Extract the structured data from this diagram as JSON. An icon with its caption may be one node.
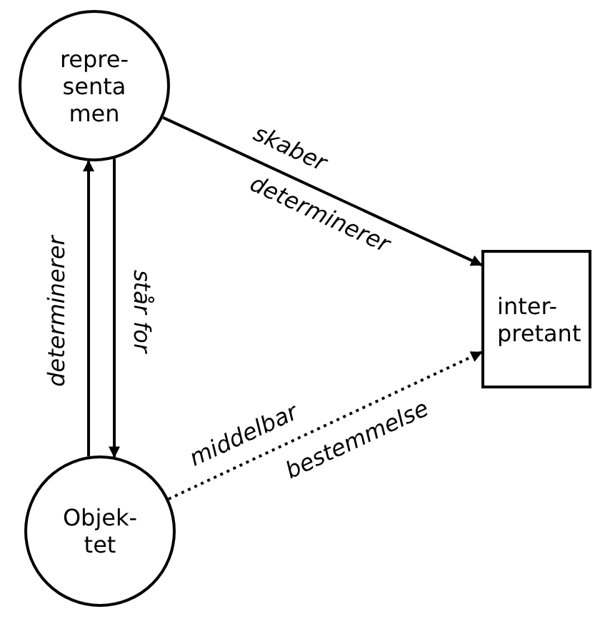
{
  "diagram": {
    "nodes": [
      {
        "text": [
          "repre- senta men"
        ]
      },
      {
        "text": [
          "inter- pretant"
        ]
      },
      {
        "text": [
          "Objek- tet"
        ]
      }
    ],
    "edges": [
      {
        "from": 0,
        "to": 1,
        "arrow": "to",
        "label": "skaber"
      },
      {
        "from": 2,
        "to": 0,
        "arrow": "to",
        "label": "determinerer"
      },
      {
        "from": 0,
        "to": 2,
        "arrow": "to",
        "label": "står for"
      },
      {
        "from": 2,
        "to": 1,
        "arrow": "to",
        "label": "middelbar",
        "style": "dashed"
      }
    ],
    "labels": [
      "determinerer",
      "bestemmelse"
    ]
  }
}
